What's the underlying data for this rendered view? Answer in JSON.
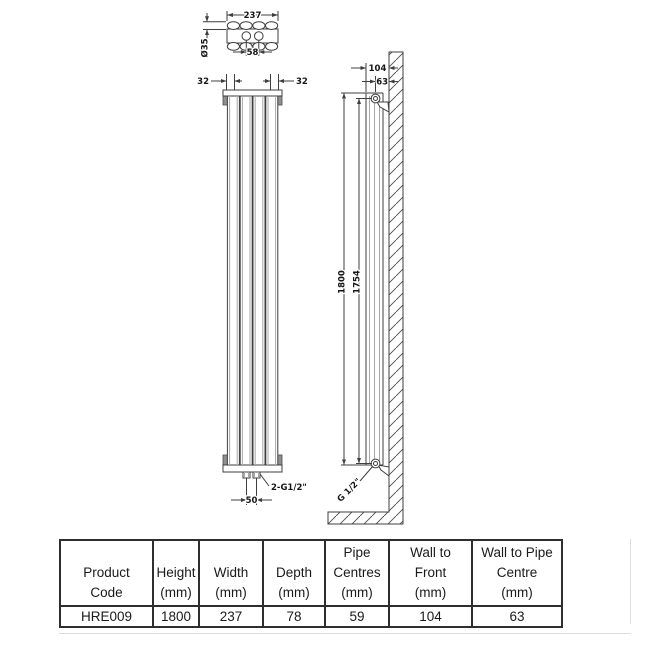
{
  "colors": {
    "background": "#ffffff",
    "line": "#3f3f3f",
    "grey_shading": "#a8a8a8",
    "table_border": "#2e2e2e"
  },
  "drawing": {
    "top_view": {
      "width_dim": "237",
      "pipe_spacing_dim": "58",
      "diameter_dim": "Ø35"
    },
    "front_view": {
      "left_offset_dim": "32",
      "right_offset_dim": "32",
      "bottom_pipe_dim": "50",
      "connection_label": "2-G1/2\""
    },
    "side_view": {
      "wall_to_front_dim": "104",
      "wall_to_pipe_dim": "63",
      "height_dim": "1800",
      "bracket_span_dim": "1754",
      "connection_label": "G 1/2\""
    }
  },
  "table": {
    "columns": [
      {
        "header_lines": [
          "Product",
          "Code"
        ],
        "value": "HRE009"
      },
      {
        "header_lines": [
          "Height",
          "(mm)"
        ],
        "value": "1800"
      },
      {
        "header_lines": [
          "Width",
          "(mm)"
        ],
        "value": "237"
      },
      {
        "header_lines": [
          "Depth",
          "(mm)"
        ],
        "value": "78"
      },
      {
        "header_lines": [
          "Pipe",
          "Centres",
          "(mm)"
        ],
        "value": "59"
      },
      {
        "header_lines": [
          "Wall to",
          "Front",
          "(mm)"
        ],
        "value": "104"
      },
      {
        "header_lines": [
          "Wall to Pipe",
          "Centre",
          "(mm)"
        ],
        "value": "63"
      }
    ]
  }
}
